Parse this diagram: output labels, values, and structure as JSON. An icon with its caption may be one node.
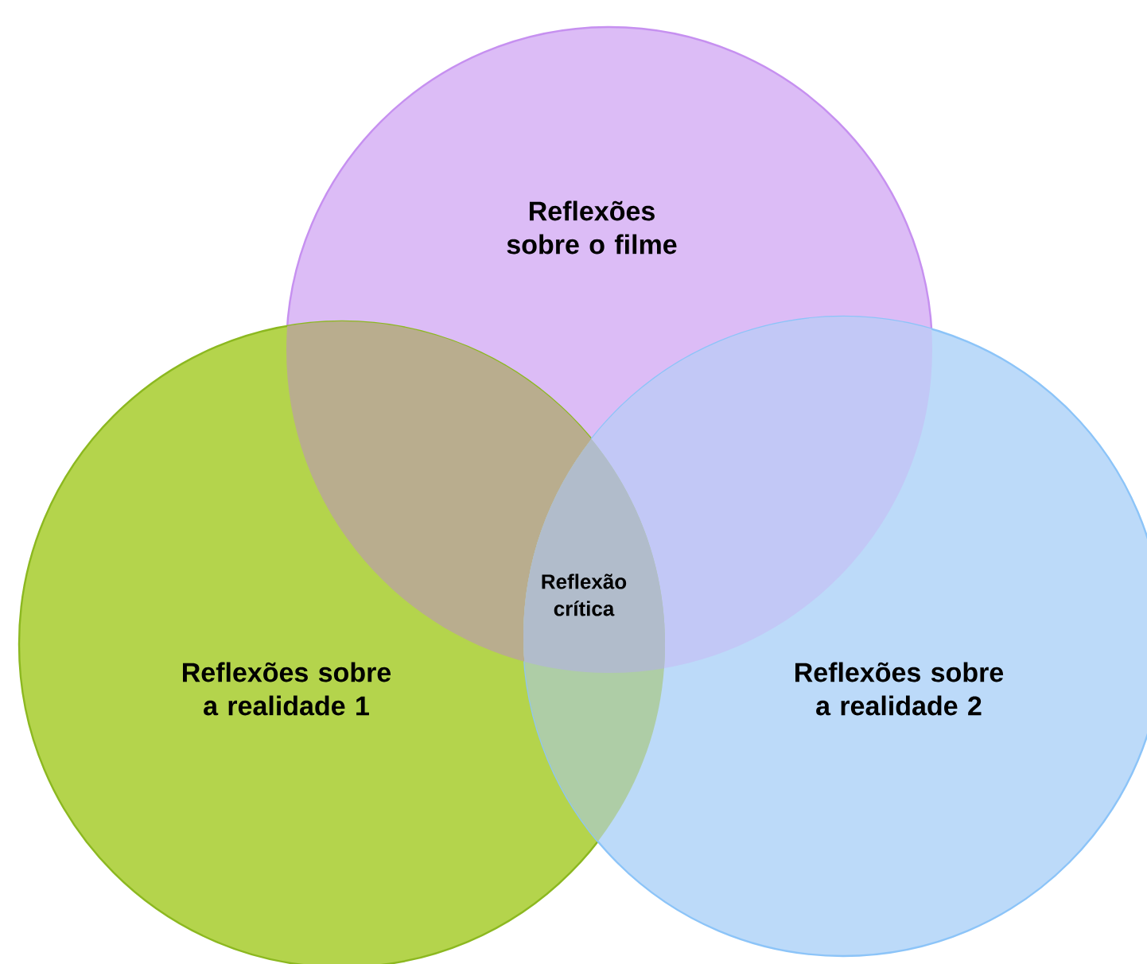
{
  "diagram": {
    "nodes": [
      {
        "text": [
          "Reflexões sobre o filme"
        ]
      },
      {
        "text": [
          "Reflexões sobre a realidade 1"
        ]
      },
      {
        "text": [
          "Reflexões sobre a realidade 2"
        ]
      }
    ],
    "labels": [
      "Reflexão crítica"
    ]
  }
}
